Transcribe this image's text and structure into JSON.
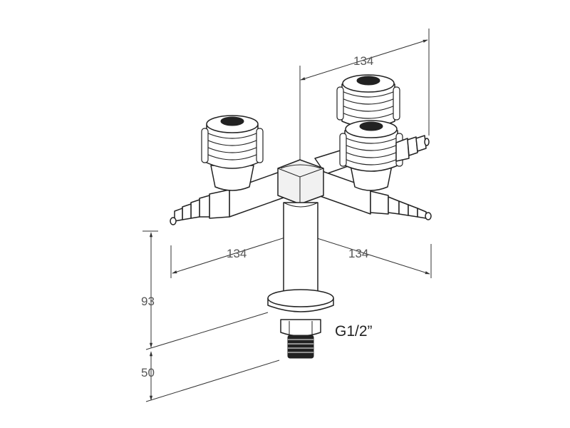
{
  "dimensions": {
    "top_span": "134",
    "left_span": "134",
    "right_span": "134",
    "height_upper": "93",
    "height_lower": "50"
  },
  "thread_label": "G1/2”",
  "colors": {
    "line": "#222222",
    "dimension_text": "#555555",
    "background": "#ffffff"
  }
}
